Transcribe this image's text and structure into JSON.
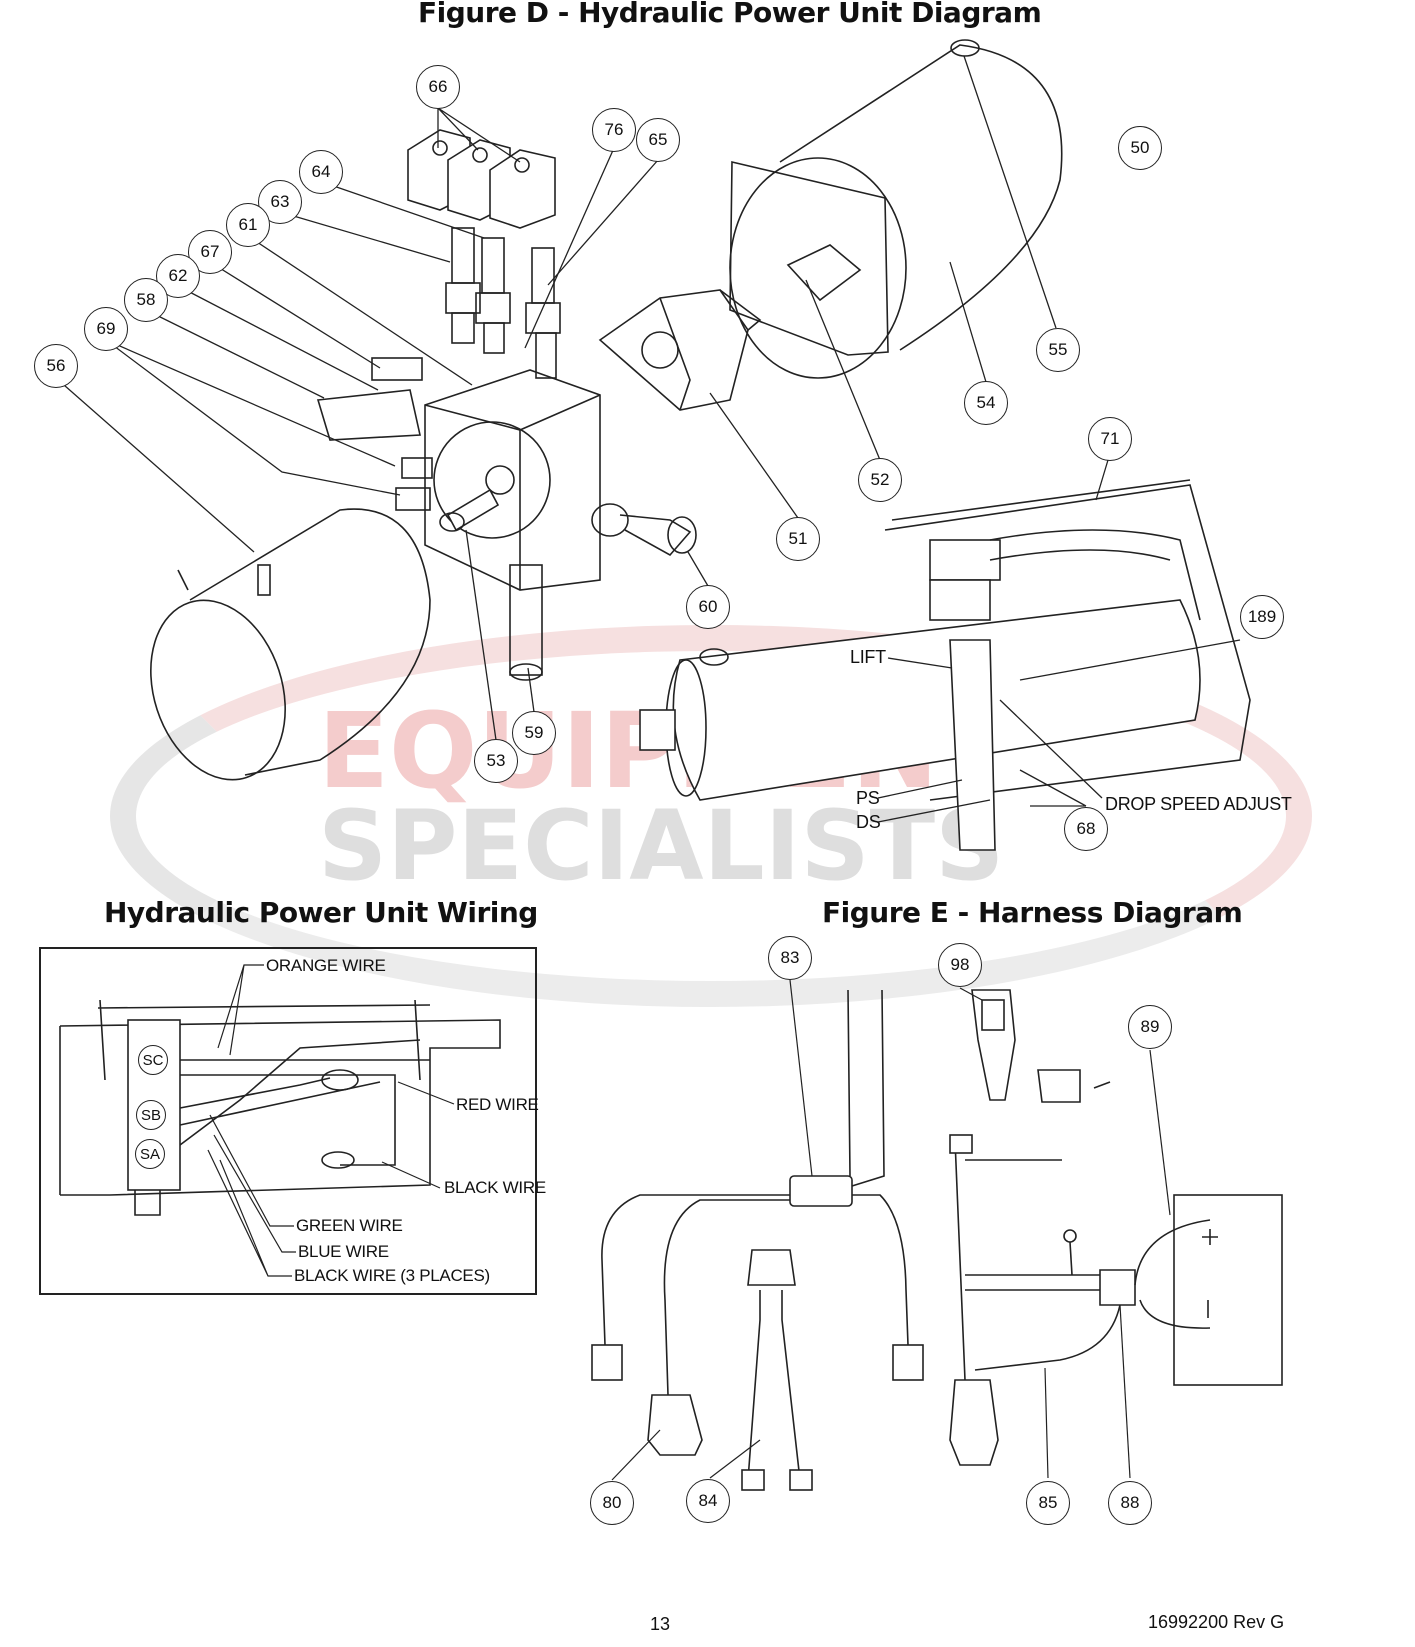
{
  "figure_d": {
    "title": "Figure D - Hydraulic Power Unit Diagram",
    "callouts": [
      "50",
      "51",
      "52",
      "53",
      "54",
      "55",
      "56",
      "58",
      "59",
      "60",
      "61",
      "62",
      "63",
      "64",
      "65",
      "66",
      "67",
      "68",
      "69",
      "71",
      "76",
      "189"
    ],
    "labels": {
      "lift": "LIFT",
      "ps": "PS",
      "ds": "DS",
      "drop_speed": "DROP SPEED ADJUST"
    }
  },
  "wiring": {
    "title": "Hydraulic Power Unit Wiring",
    "solenoids": [
      "SC",
      "SB",
      "SA"
    ],
    "labels": {
      "orange": "ORANGE WIRE",
      "red": "RED WIRE",
      "black": "BLACK WIRE",
      "green": "GREEN WIRE",
      "blue": "BLUE WIRE",
      "black3": "BLACK WIRE (3 PLACES)"
    }
  },
  "figure_e": {
    "title": "Figure E - Harness Diagram",
    "callouts": [
      "80",
      "83",
      "84",
      "85",
      "88",
      "89",
      "98"
    ]
  },
  "watermark": {
    "line1": "EQUIPMENT",
    "line2": "SPECIALISTS"
  },
  "footer": {
    "page": "13",
    "doc": "16992200 Rev G"
  },
  "colors": {
    "watermark_red": "#f3c4c4",
    "watermark_gray": "#dcdcdc",
    "line": "#222222"
  }
}
